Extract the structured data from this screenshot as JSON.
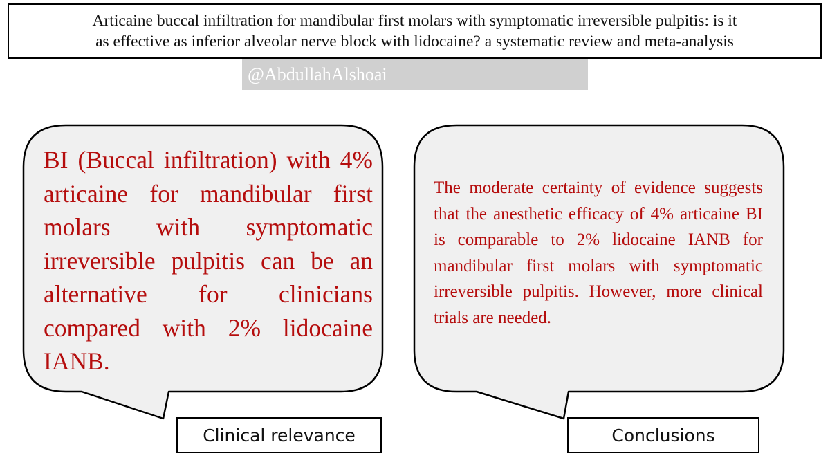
{
  "title": {
    "line1": "Articaine buccal infiltration for mandibular first molars with symptomatic irreversible pulpitis: is it",
    "line2": "as effective as inferior alveolar nerve block with lidocaine? a systematic review and meta-analysis"
  },
  "watermark": "@AbdullahAlshoai",
  "colors": {
    "bubble_fill": "#f0f0f0",
    "bubble_text": "#b50d0d",
    "watermark_bg": "#d0d0d0",
    "border": "#000000"
  },
  "panels": [
    {
      "label": "Clinical relevance",
      "text": "BI (Buccal infiltration) with 4% articaine for mandibular first molars with symptomatic irreversible pulpitis can be an alternative for clinicians compared with 2% lidocaine IANB."
    },
    {
      "label": "Conclusions",
      "text": "The moderate certainty of evidence suggests that the anesthetic efficacy of 4% articaine BI is comparable to 2% lidocaine IANB for mandibular first molars with symptomatic irreversible pulpitis. However, more clinical trials are needed."
    }
  ]
}
